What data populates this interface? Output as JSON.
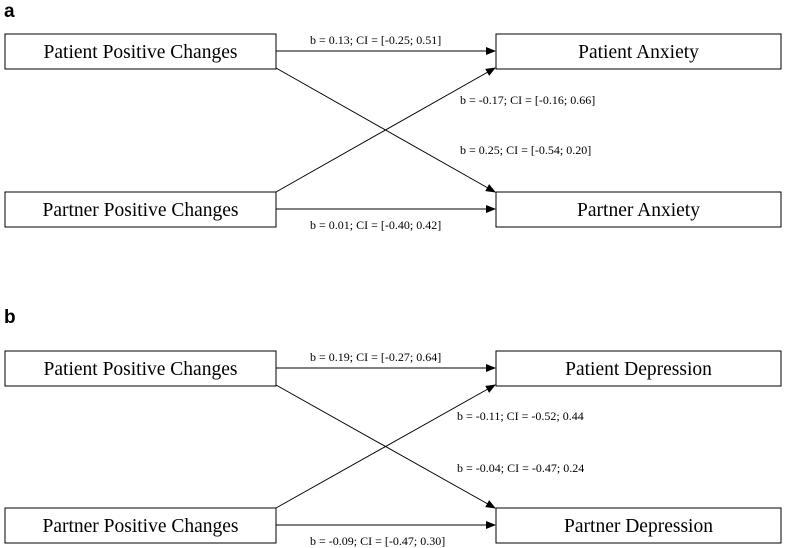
{
  "panels": [
    {
      "label": "a",
      "nodes": {
        "left_top": "Patient Positive Changes",
        "left_bottom": "Partner Positive Changes",
        "right_top": "Patient Anxiety",
        "right_bottom": "Partner Anxiety"
      },
      "paths": {
        "top_straight": "b = 0.13; CI = [-0.25; 0.51]",
        "cross_up": "b = -0.17; CI = [-0.16; 0.66]",
        "cross_down": "b = 0.25; CI = [-0.54; 0.20]",
        "bottom_straight": "b = 0.01; CI = [-0.40; 0.42]"
      }
    },
    {
      "label": "b",
      "nodes": {
        "left_top": "Patient Positive Changes",
        "left_bottom": "Partner Positive Changes",
        "right_top": "Patient Depression",
        "right_bottom": "Partner Depression"
      },
      "paths": {
        "top_straight": "b = 0.19; CI = [-0.27; 0.64]",
        "cross_up": "b = -0.11; CI = -0.52; 0.44",
        "cross_down": "b = -0.04; CI = -0.47; 0.24",
        "bottom_straight": "b = -0.09; CI = [-0.47; 0.30]"
      }
    }
  ]
}
